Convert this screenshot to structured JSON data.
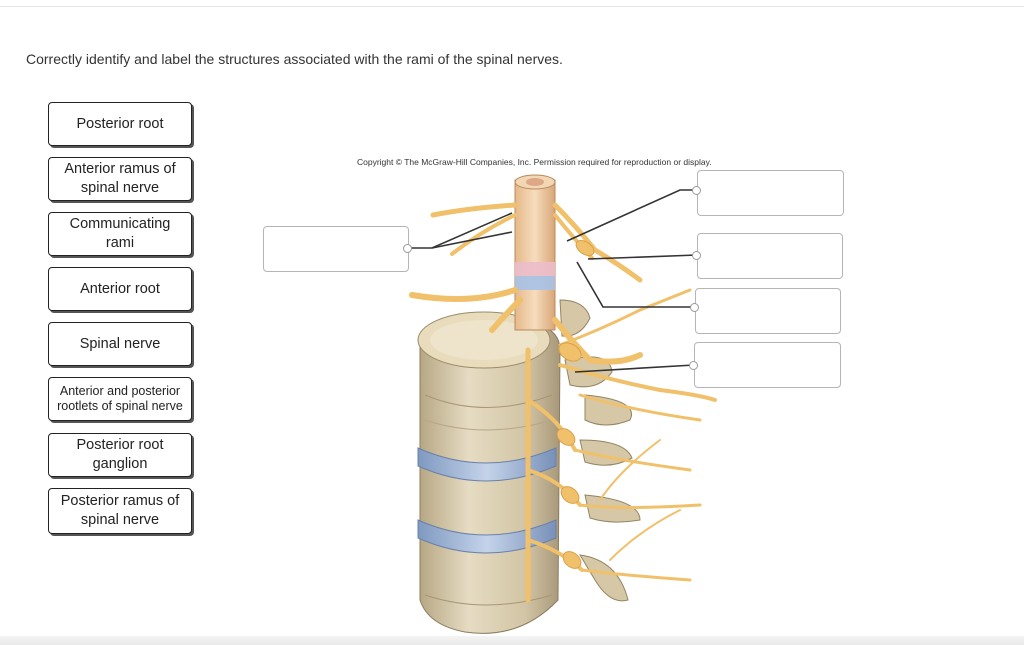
{
  "instructions": "Correctly identify and label the structures associated with the rami of the spinal nerves.",
  "copyright": "Copyright © The McGraw-Hill Companies, Inc. Permission required for reproduction or display.",
  "labels": [
    {
      "line1": "Posterior root",
      "line2": ""
    },
    {
      "line1": "Anterior ramus of",
      "line2": "spinal nerve"
    },
    {
      "line1": "Communicating",
      "line2": "rami"
    },
    {
      "line1": "Anterior root",
      "line2": ""
    },
    {
      "line1": "Spinal nerve",
      "line2": ""
    },
    {
      "line1": "Anterior and posterior",
      "line2": "rootlets of spinal nerve"
    },
    {
      "line1": "Posterior root",
      "line2": "ganglion"
    },
    {
      "line1": "Posterior ramus of",
      "line2": "spinal nerve"
    }
  ],
  "drop_targets": [
    {
      "value": ""
    },
    {
      "value": ""
    },
    {
      "value": ""
    },
    {
      "value": ""
    },
    {
      "value": ""
    }
  ],
  "colors": {
    "nerve": "#f2c46e",
    "bone": "#d9cdb0",
    "disc": "#9fb8d9",
    "leader_line": "#333333"
  }
}
